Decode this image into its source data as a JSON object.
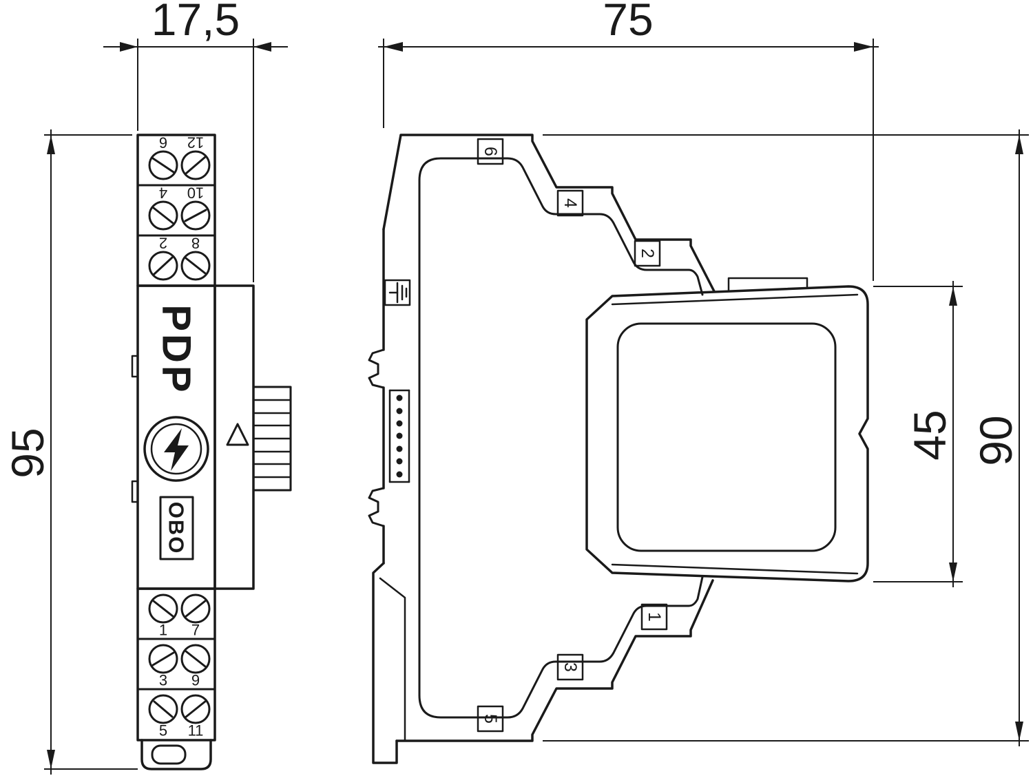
{
  "drawing": {
    "front_view": {
      "dim_width": "17,5",
      "dim_height": "95",
      "product_label": "PDP",
      "brand_label": "OBO",
      "terminal_rows_top": [
        [
          "6",
          "12"
        ],
        [
          "4",
          "10"
        ],
        [
          "2",
          "8"
        ]
      ],
      "terminal_rows_bottom": [
        [
          "1",
          "7"
        ],
        [
          "3",
          "9"
        ],
        [
          "5",
          "11"
        ]
      ]
    },
    "side_view": {
      "dim_width": "75",
      "dim_height": "90",
      "dim_module_height": "45",
      "terminal_labels_top": [
        "6",
        "4",
        "2"
      ],
      "terminal_labels_bottom": [
        "1",
        "3",
        "5"
      ]
    },
    "colors": {
      "line": "#1a1a1a",
      "background": "#ffffff"
    }
  }
}
